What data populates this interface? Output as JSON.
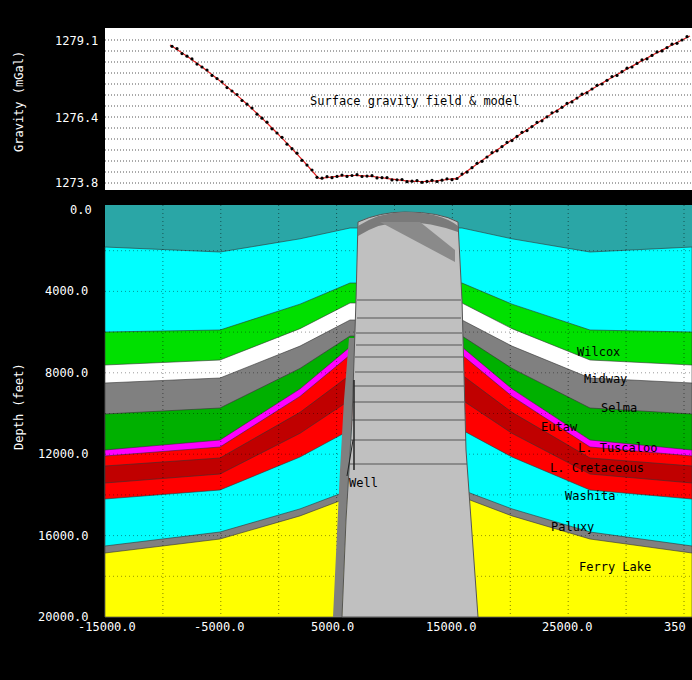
{
  "diagram": {
    "labels": [
      "1279.1",
      "1276.4",
      "1273.8",
      "Gravity (mGal)",
      "Surface gravity field & model",
      "0.0",
      "4000.0",
      "8000.0",
      "12000.0",
      "16000.0",
      "20000.0",
      "Depth (feet)",
      "-15000.0",
      "-5000.0",
      "5000.0",
      "15000.0",
      "25000.0",
      "350",
      "Wilcox",
      "Midway",
      "Selma",
      "Eutaw",
      "L. Tuscaloo",
      "L. Cretaceous",
      "Washita",
      "Paluxy",
      "Ferry Lake",
      "Well"
    ]
  }
}
